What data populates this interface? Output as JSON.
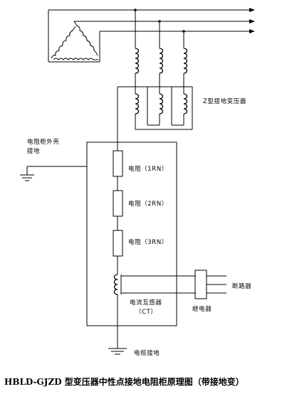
{
  "labels": {
    "z_transformer": "Z型接地变压器",
    "cabinet_ground": "电阻柜外壳接地",
    "cabinet_ground_line1": "电阻柜外壳",
    "cabinet_ground_line2": "接地",
    "resistor_1": "电阻（1RN）",
    "resistor_2": "电阻（2RN）",
    "resistor_3": "电阻（3RN）",
    "ct_line1": "电流互感器",
    "ct_line2": "（CT）",
    "relay": "继电器",
    "breaker": "断路器",
    "cable_ground": "电缆接地",
    "title": "HBLD-GJZD 型变压器中性点接地电阻柜原理图（带接地变）"
  }
}
